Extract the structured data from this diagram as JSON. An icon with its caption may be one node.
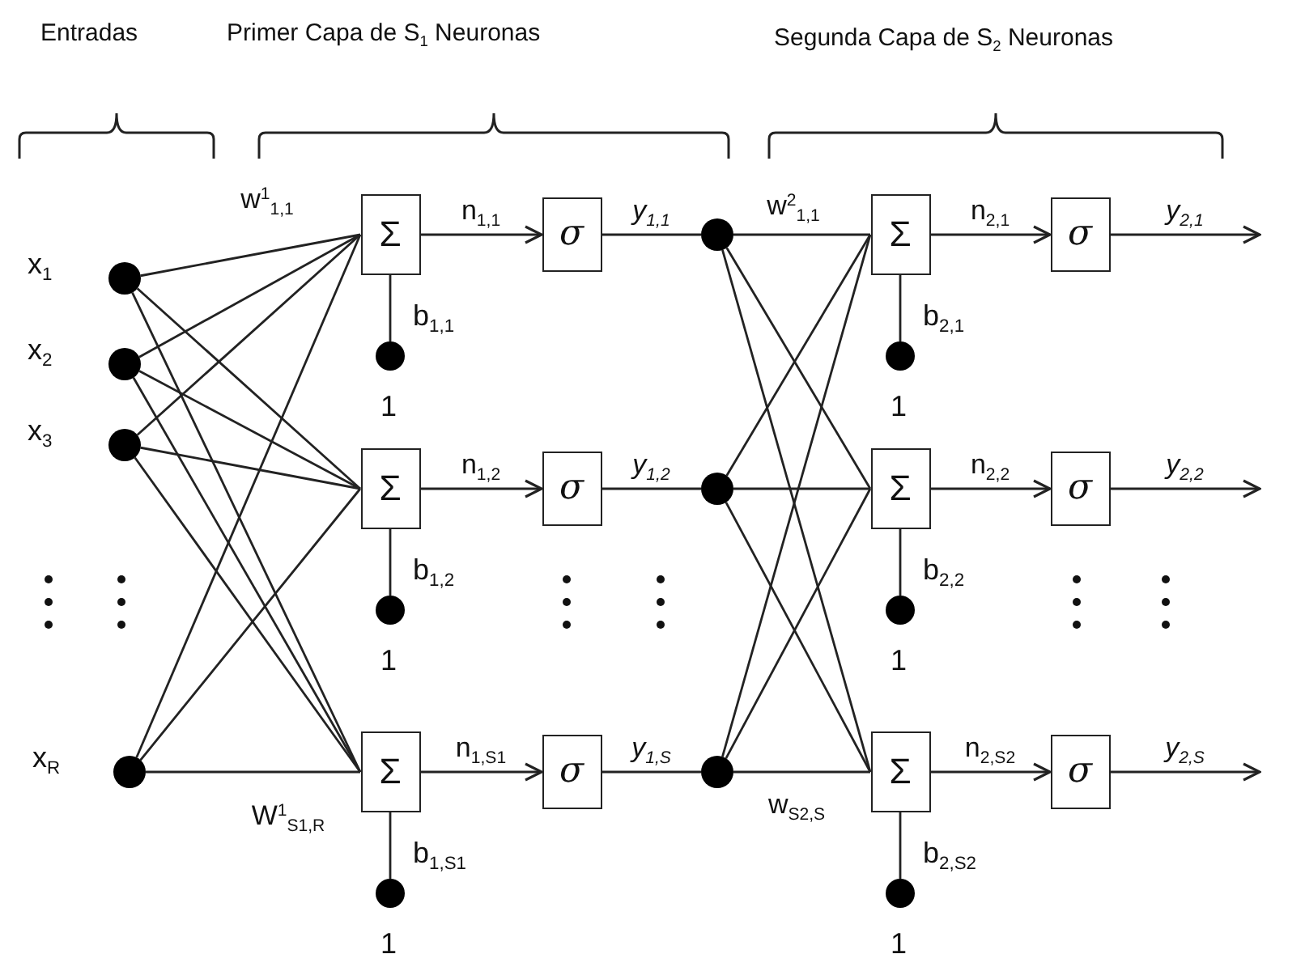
{
  "diagram": {
    "nodes": [
      {
        "text": [],
        "shape": "circle",
        "beside": [
          "x$_{1}$"
        ]
      },
      {
        "text": [],
        "shape": "circle",
        "beside": [
          "x$_{2}$"
        ]
      },
      {
        "text": [],
        "shape": "circle",
        "beside": [
          "x$_{3}$"
        ]
      },
      {
        "text": [],
        "shape": "circle",
        "beside": [
          "x$_{R}$"
        ]
      },
      {
        "text": [
          "Σ"
        ]
      },
      {
        "text": [
          "Σ"
        ]
      },
      {
        "text": [
          "Σ"
        ]
      },
      {
        "text": [],
        "shape": "circle",
        "beside": [
          "b$_{1,1}$",
          "1"
        ]
      },
      {
        "text": [],
        "shape": "circle",
        "beside": [
          "b$_{1,2}$",
          "1"
        ]
      },
      {
        "text": [],
        "shape": "circle",
        "beside": [
          "b$_{1,S1}$",
          "1"
        ]
      },
      {
        "text": [
          "σ"
        ]
      },
      {
        "text": [
          "σ"
        ]
      },
      {
        "text": [
          "σ"
        ]
      },
      {
        "text": [],
        "shape": "circle"
      },
      {
        "text": [],
        "shape": "circle"
      },
      {
        "text": [],
        "shape": "circle"
      },
      {
        "text": [
          "Σ"
        ]
      },
      {
        "text": [
          "Σ"
        ]
      },
      {
        "text": [
          "Σ"
        ]
      },
      {
        "text": [],
        "shape": "circle",
        "beside": [
          "b$_{2,1}$",
          "1"
        ]
      },
      {
        "text": [],
        "shape": "circle",
        "beside": [
          "b$_{2,2}$",
          "1"
        ]
      },
      {
        "text": [],
        "shape": "circle",
        "beside": [
          "b$_{2,S2}$",
          "1"
        ]
      },
      {
        "text": [
          "σ"
        ]
      },
      {
        "text": [
          "σ"
        ]
      },
      {
        "text": [
          "σ"
        ]
      }
    ],
    "edges": [
      {
        "from": 0,
        "to": 4,
        "arrow": "none",
        "label": "w$^{1}$$_{1,1}$"
      },
      {
        "from": 0,
        "to": 5,
        "arrow": "none"
      },
      {
        "from": 0,
        "to": 6,
        "arrow": "none"
      },
      {
        "from": 1,
        "to": 4,
        "arrow": "none"
      },
      {
        "from": 1,
        "to": 5,
        "arrow": "none"
      },
      {
        "from": 1,
        "to": 6,
        "arrow": "none"
      },
      {
        "from": 2,
        "to": 4,
        "arrow": "none"
      },
      {
        "from": 2,
        "to": 5,
        "arrow": "none"
      },
      {
        "from": 2,
        "to": 6,
        "arrow": "none"
      },
      {
        "from": 3,
        "to": 4,
        "arrow": "none"
      },
      {
        "from": 3,
        "to": 5,
        "arrow": "none"
      },
      {
        "from": 3,
        "to": 6,
        "arrow": "none",
        "label": "W$^{1}$$_{S1,R}$"
      },
      {
        "from": 7,
        "to": 4,
        "arrow": "none"
      },
      {
        "from": 8,
        "to": 5,
        "arrow": "none"
      },
      {
        "from": 9,
        "to": 6,
        "arrow": "none"
      },
      {
        "from": 4,
        "to": 10,
        "arrow": "to",
        "label": "n$_{1,1}$"
      },
      {
        "from": 5,
        "to": 11,
        "arrow": "to",
        "label": "n$_{1,2}$"
      },
      {
        "from": 6,
        "to": 12,
        "arrow": "to",
        "label": "n$_{1,S1}$"
      },
      {
        "from": 10,
        "to": 13,
        "arrow": "none",
        "label": "y$_{1,1}$"
      },
      {
        "from": 11,
        "to": 14,
        "arrow": "none",
        "label": "y$_{1,2}$"
      },
      {
        "from": 12,
        "to": 15,
        "arrow": "none",
        "label": "y$_{1,S}$"
      },
      {
        "from": 13,
        "to": 16,
        "arrow": "none",
        "label": "w$^{2}$$_{1,1}$"
      },
      {
        "from": 13,
        "to": 17,
        "arrow": "none"
      },
      {
        "from": 13,
        "to": 18,
        "arrow": "none"
      },
      {
        "from": 14,
        "to": 16,
        "arrow": "none"
      },
      {
        "from": 14,
        "to": 17,
        "arrow": "none"
      },
      {
        "from": 14,
        "to": 18,
        "arrow": "none"
      },
      {
        "from": 15,
        "to": 16,
        "arrow": "none"
      },
      {
        "from": 15,
        "to": 17,
        "arrow": "none"
      },
      {
        "from": 15,
        "to": 18,
        "arrow": "none",
        "label": "w$_{S2,S}$"
      },
      {
        "from": 19,
        "to": 16,
        "arrow": "none"
      },
      {
        "from": 20,
        "to": 17,
        "arrow": "none"
      },
      {
        "from": 21,
        "to": 18,
        "arrow": "none"
      },
      {
        "from": 16,
        "to": 22,
        "arrow": "to",
        "label": "n$_{2,1}$"
      },
      {
        "from": 17,
        "to": 23,
        "arrow": "to",
        "label": "n$_{2,2}$"
      },
      {
        "from": 18,
        "to": 24,
        "arrow": "to",
        "label": "n$_{2,S2}$"
      },
      {
        "from": 22,
        "to": null,
        "arrow": "to",
        "label": "y$_{2,1}$"
      },
      {
        "from": 23,
        "to": null,
        "arrow": "to",
        "label": "y$_{2,2}$"
      },
      {
        "from": 24,
        "to": null,
        "arrow": "to",
        "label": "y$_{2,S}$"
      }
    ],
    "labels": [
      "Entradas",
      "Primer Capa de S$_{1}$ Neuronas",
      "Segunda Capa de S$_{2}$ Neuronas"
    ]
  }
}
